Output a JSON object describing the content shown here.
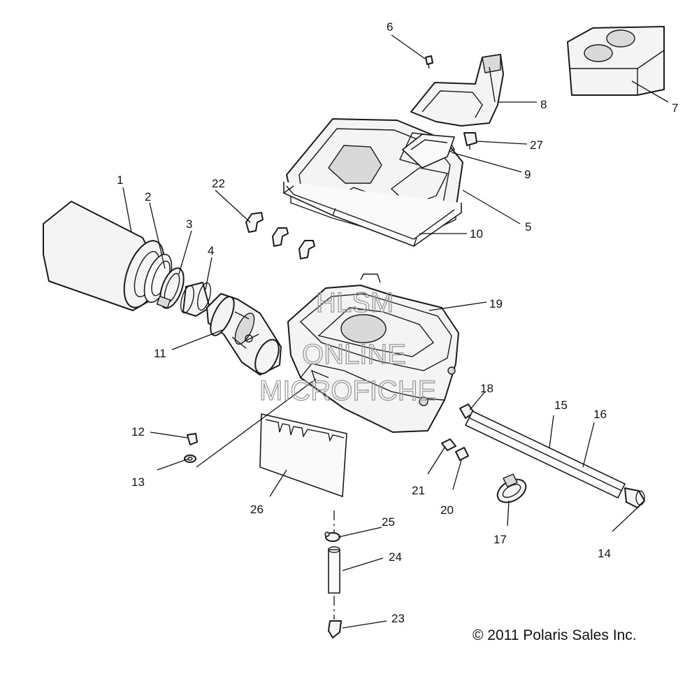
{
  "callouts": {
    "c1": "1",
    "c2": "2",
    "c3": "3",
    "c4": "4",
    "c5": "5",
    "c6": "6",
    "c7": "7",
    "c8": "8",
    "c9": "9",
    "c10": "10",
    "c11": "11",
    "c12": "12",
    "c13": "13",
    "c14": "14",
    "c15": "15",
    "c16": "16",
    "c17": "17",
    "c18": "18",
    "c19": "19",
    "c20": "20",
    "c21": "21",
    "c22": "22",
    "c23": "23",
    "c24": "24",
    "c25": "25",
    "c26": "26",
    "c27": "27"
  },
  "watermark": {
    "line1": "HLSM",
    "line2": "ONLINE",
    "line3": "MICROFICHE"
  },
  "copyright": "© 2011 Polaris Sales Inc."
}
